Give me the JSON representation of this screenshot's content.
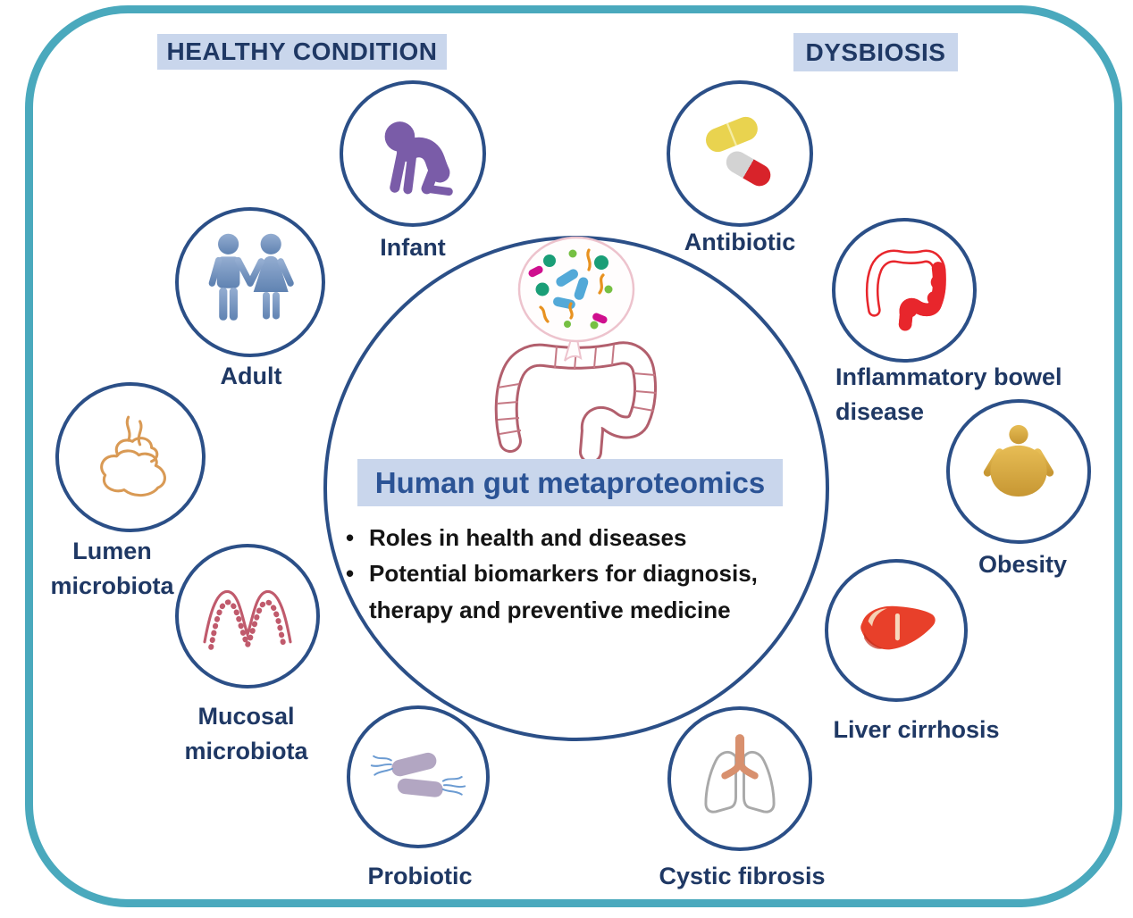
{
  "figure": {
    "type": "concept-diagram",
    "frame_color": "#4aa9bd",
    "circle_outline_color": "#2b4f87",
    "label_color": "#1f3864",
    "highlight_bg": "#c9d6ec"
  },
  "headers": {
    "healthy": "HEALTHY CONDITION",
    "dysbiosis": "DYSBIOSIS"
  },
  "center": {
    "title": "Human gut metaproteomics",
    "bullets": [
      "Roles in health and diseases",
      "Potential biomarkers for diagnosis, therapy and preventive medicine"
    ],
    "icons": [
      "gut-microbes-bubble-icon",
      "colon-icon"
    ]
  },
  "healthy_nodes": [
    {
      "id": "infant",
      "label": "Infant",
      "icon": "infant-icon"
    },
    {
      "id": "adult",
      "label": "Adult",
      "icon": "adult-couple-icon"
    },
    {
      "id": "lumen",
      "label": "Lumen microbiota",
      "icon": "stool-icon"
    },
    {
      "id": "mucosal",
      "label": "Mucosal microbiota",
      "icon": "villi-icon"
    },
    {
      "id": "probiotic",
      "label": "Probiotic",
      "icon": "probiotic-bacteria-icon"
    }
  ],
  "dysbiosis_nodes": [
    {
      "id": "antibiotic",
      "label": "Antibiotic",
      "icon": "pills-icon"
    },
    {
      "id": "ibd",
      "label": "Inflammatory bowel disease",
      "icon": "inflamed-colon-icon"
    },
    {
      "id": "obesity",
      "label": "Obesity",
      "icon": "obese-person-icon"
    },
    {
      "id": "liver",
      "label": "Liver cirrhosis",
      "icon": "liver-icon"
    },
    {
      "id": "cystic",
      "label": "Cystic fibrosis",
      "icon": "lungs-icon"
    }
  ]
}
